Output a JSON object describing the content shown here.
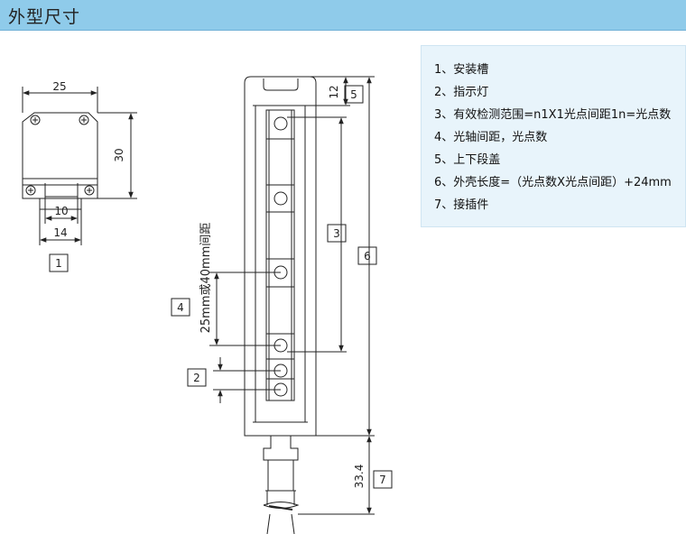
{
  "header": {
    "title": "外型尺寸"
  },
  "dimensions": {
    "bracket_width": "25",
    "bracket_height": "30",
    "tab_width": "10",
    "base_width": "14",
    "top_cap": "12",
    "connector_length": "33.4",
    "pitch_text": "25mm或40mm间距"
  },
  "callouts": [
    "1",
    "2",
    "3",
    "4",
    "5",
    "6",
    "7"
  ],
  "legend": [
    "1、安装槽",
    "2、指示灯",
    "3、有效检测范围=n1X1光点间距1n=光点数",
    "4、光轴间距，光点数",
    "5、上下段盖",
    "6、外壳长度=（光点数X光点间距）+24mm",
    "7、接插件"
  ],
  "colors": {
    "header_bg": "#8fcbea",
    "legend_bg": "#e8f4fb",
    "line": "#222222"
  }
}
